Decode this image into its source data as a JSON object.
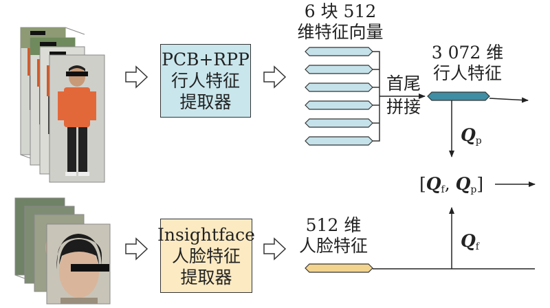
{
  "extractor_person": {
    "line1": "PCB+RPP",
    "line2": "行人特征",
    "line3": "提取器",
    "fill": "#c9e6ec"
  },
  "extractor_face": {
    "line1": "Insightface",
    "line2": "人脸特征",
    "line3": "提取器",
    "fill": "#fbeac2"
  },
  "part_vectors_label": {
    "line1": "6 块 512",
    "line2": "维特征向量"
  },
  "concat_label": {
    "line1": "首尾",
    "line2": "拼接"
  },
  "person_feature_label": {
    "line1": "3 072 维",
    "line2": "行人特征"
  },
  "face_feature_label": {
    "line1": "512 维",
    "line2": "人脸特征"
  },
  "q_p": {
    "letter": "Q",
    "sub": "p"
  },
  "q_f": {
    "letter": "Q",
    "sub": "f"
  },
  "combined": {
    "open": "[",
    "q1": "Q",
    "sub1": "f",
    "comma": ",",
    "q2": "Q",
    "sub2": "p",
    "close": "]"
  },
  "colors": {
    "part_vector": "#c5e2ea",
    "person_vector": "#3f8ea3",
    "face_vector": "#f3d48f"
  }
}
